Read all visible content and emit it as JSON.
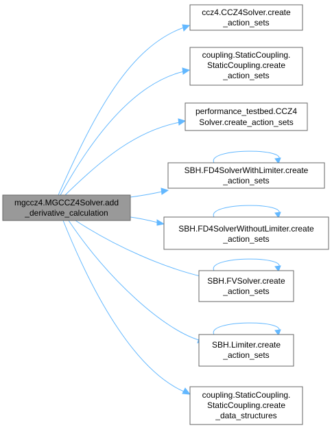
{
  "graph": {
    "root": {
      "line1": "mgccz4.MGCCZ4Solver.add",
      "line2": "_derivative_calculation"
    },
    "targets": [
      {
        "lines": [
          "ccz4.CCZ4Solver.create",
          "_action_sets"
        ]
      },
      {
        "lines": [
          "coupling.StaticCoupling.",
          "StaticCoupling.create",
          "_action_sets"
        ]
      },
      {
        "lines": [
          "performance_testbed.CCZ4",
          "Solver.create_action_sets"
        ]
      },
      {
        "lines": [
          "SBH.FD4SolverWithLimiter.create",
          "_action_sets"
        ]
      },
      {
        "lines": [
          "SBH.FD4SolverWithoutLimiter.create",
          "_action_sets"
        ]
      },
      {
        "lines": [
          "SBH.FVSolver.create",
          "_action_sets"
        ]
      },
      {
        "lines": [
          "SBH.Limiter.create",
          "_action_sets"
        ]
      },
      {
        "lines": [
          "coupling.StaticCoupling.",
          "StaticCoupling.create",
          "_data_structures"
        ]
      }
    ]
  },
  "colors": {
    "edge": "#63b8ff",
    "root_fill": "#999999",
    "node_border": "#666666"
  }
}
